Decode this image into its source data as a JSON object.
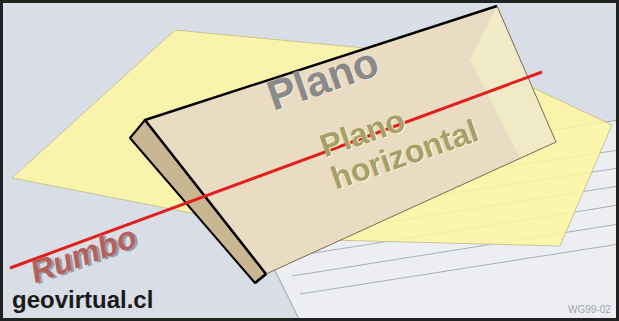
{
  "diagram": {
    "labels": [
      "Plano",
      "Plano horizontal",
      "Rumbo",
      "geovirtual.cl",
      "WG99-02"
    ]
  }
}
